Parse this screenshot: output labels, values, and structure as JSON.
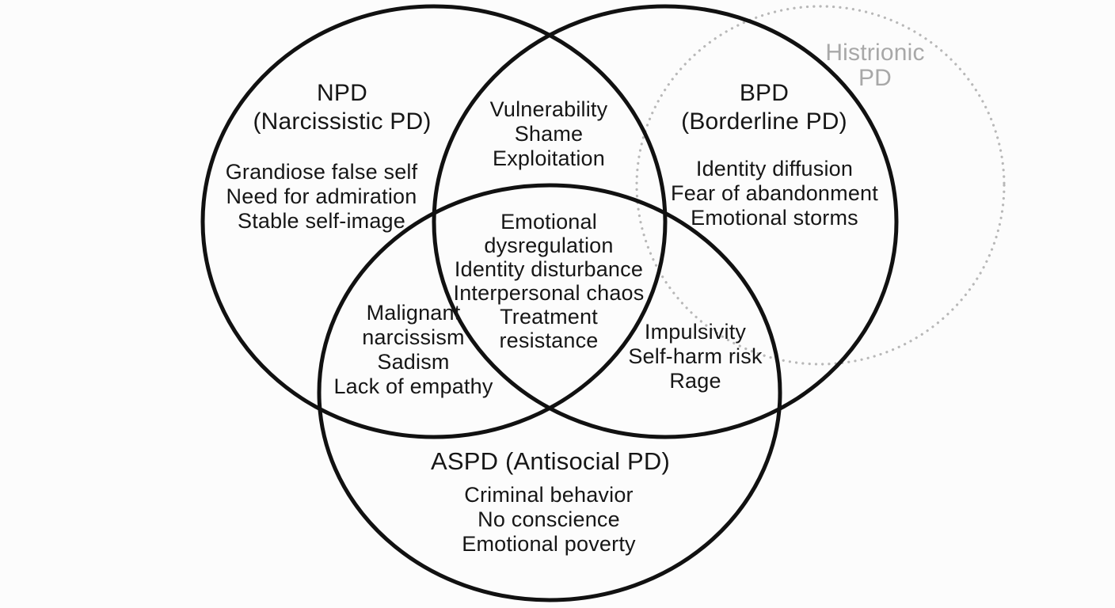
{
  "colors": {
    "stroke": "#111111",
    "dotted": "#b8b8b8",
    "gray_text": "#a8a8a8",
    "text": "#161616",
    "background": "#fcfcfc"
  },
  "sets": {
    "npd": {
      "title": "NPD",
      "subtitle": "(Narcissistic PD)",
      "traits": "Grandiose false self\nNeed for admiration\nStable self-image"
    },
    "bpd": {
      "title": "BPD",
      "subtitle": "(Borderline PD)",
      "traits": "Identity diffusion\nFear of abandonment\nEmotional storms"
    },
    "aspd": {
      "title": "ASPD (Antisocial PD)",
      "traits": "Criminal behavior\nNo conscience\nEmotional poverty"
    },
    "histrionic": {
      "title": "Histrionic\nPD"
    }
  },
  "overlaps": {
    "npd_bpd": "Vulnerability\nShame\nExploitation",
    "npd_aspd": "Malignant\nnarcissism\nSadism\nLack of empathy",
    "bpd_aspd": "Impulsivity\nSelf-harm risk\nRage",
    "npd_bpd_aspd": "Emotional\ndysregulation\nIdentity disturbance\nInterpersonal chaos\nTreatment\nresistance"
  }
}
